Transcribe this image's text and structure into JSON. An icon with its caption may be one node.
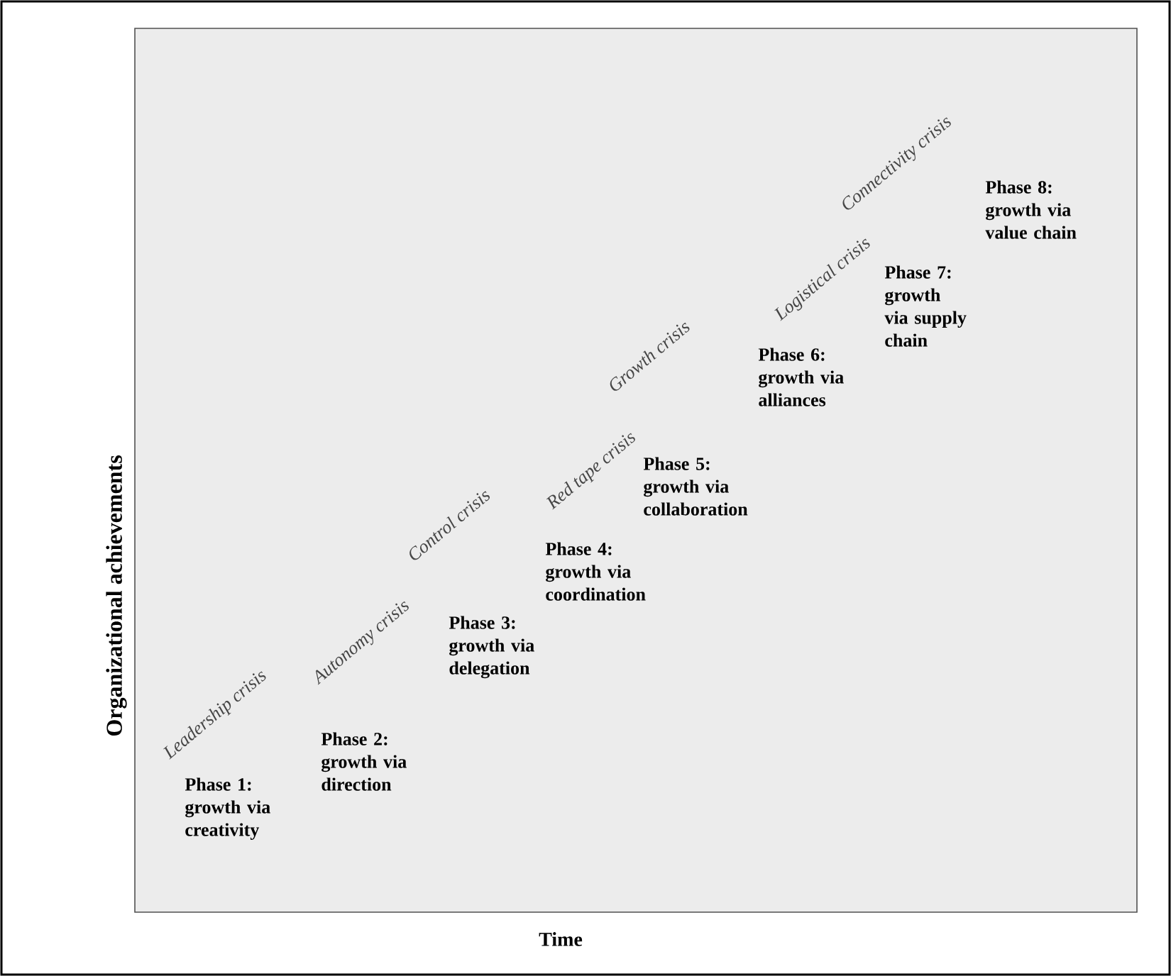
{
  "diagram": {
    "labels": [
      "Connectivity crisis",
      "Phase 8: growth via value chain",
      "Logistical crisis",
      "Phase 7: growth via supply chain",
      "Growth crisis",
      "Phase 6: growth via alliances",
      "Red tape crisis",
      "Phase 5: growth via collaboration",
      "Control crisis",
      "Phase 4: growth via coordination",
      "Autonomy crisis",
      "Phase 3: growth via delegation",
      "Leadership crisis",
      "Phase 2: growth via direction",
      "Phase 1: growth via creativity",
      "Organizational achievements",
      "Time"
    ]
  }
}
